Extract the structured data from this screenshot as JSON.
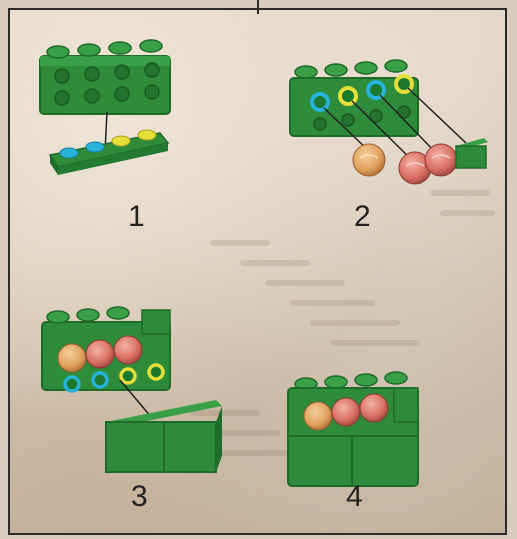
{
  "steps": [
    {
      "number": "1"
    },
    {
      "number": "2"
    },
    {
      "number": "3"
    },
    {
      "number": "4"
    }
  ],
  "colors": {
    "brick_green": "#2e8b3a",
    "brick_green_dark": "#1f6b2a",
    "stud_cyan": "#27b3d9",
    "stud_yellow": "#e6df3a",
    "light_orange": "#e0a15f",
    "light_red": "#d96f63",
    "frame_border": "#2b2b2b"
  }
}
